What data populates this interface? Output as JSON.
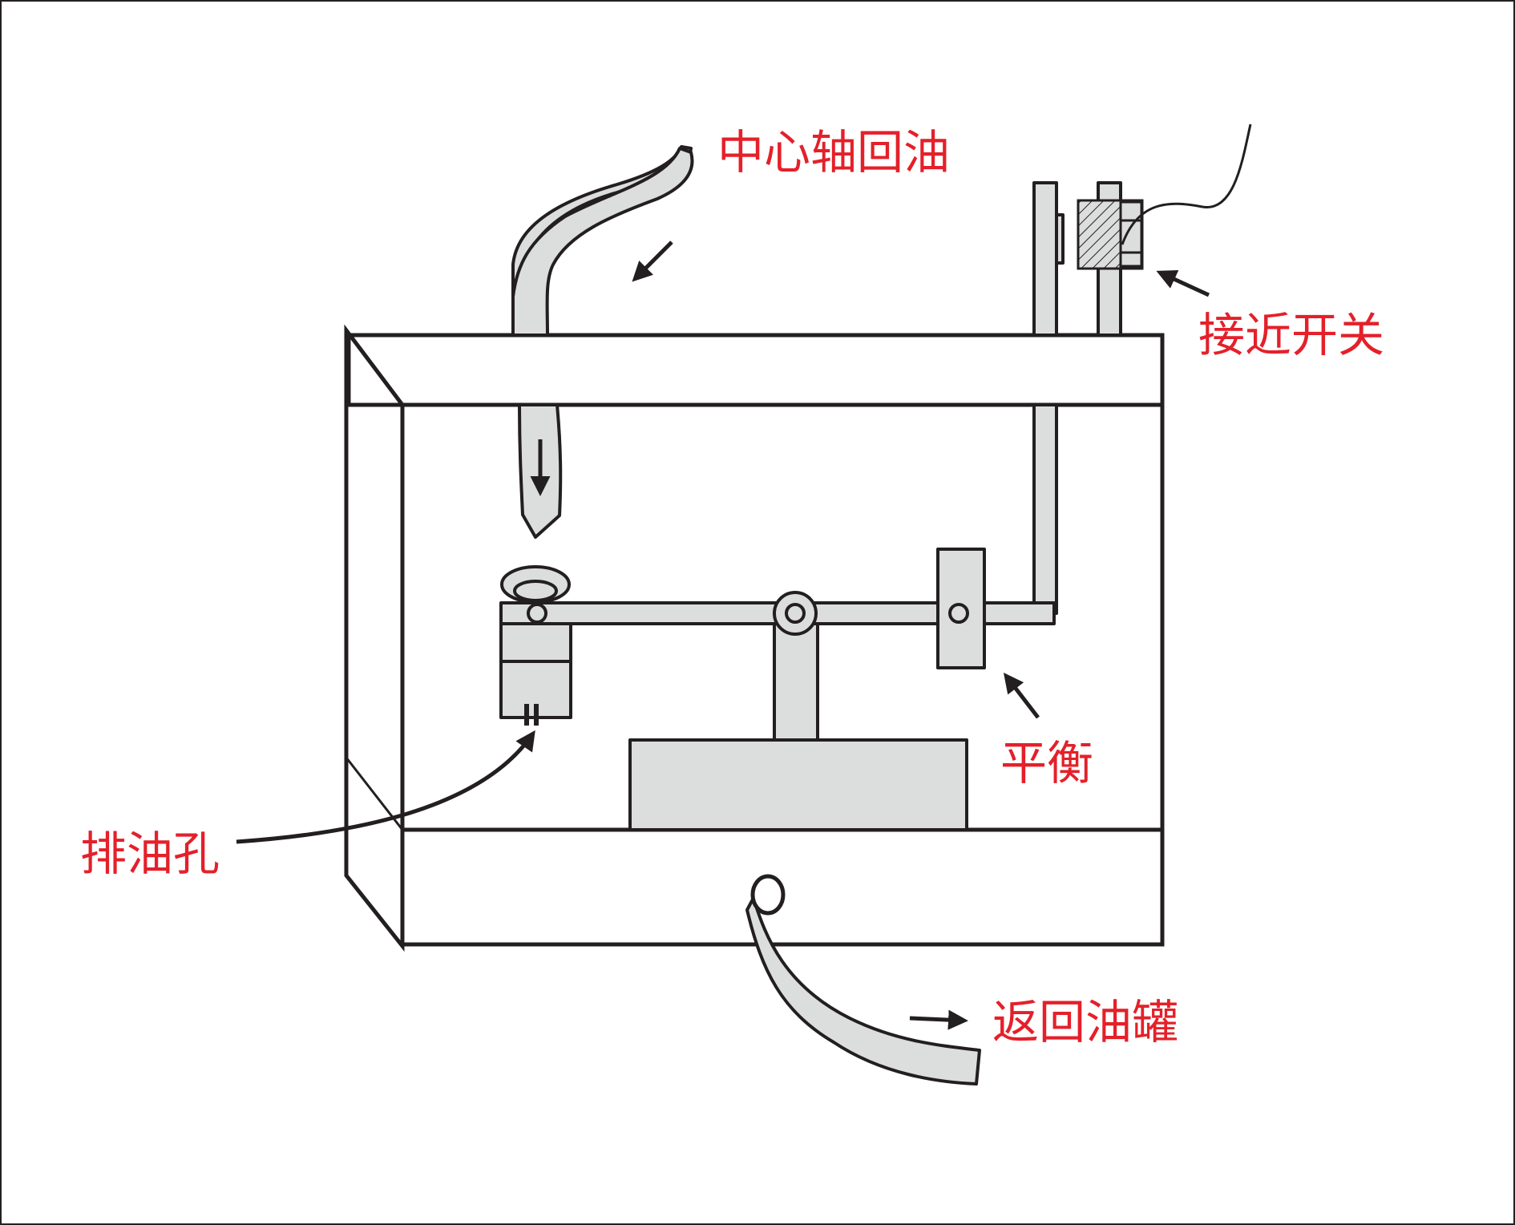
{
  "labels": {
    "center_shaft_return": "中心轴回油",
    "proximity_switch": "接近开关",
    "balance": "平衡",
    "drain_hole": "排油孔",
    "return_tank": "返回油罐"
  },
  "colors": {
    "label": "#e4202a",
    "line": "#231f20",
    "part_fill": "#dcdddd",
    "background": "#ffffff"
  }
}
